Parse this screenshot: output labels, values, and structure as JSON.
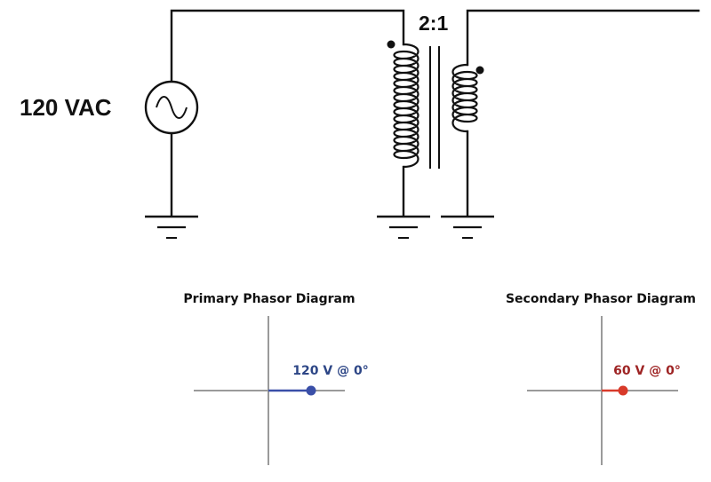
{
  "circuit": {
    "source_label": "120 VAC",
    "turns_ratio": "2:1"
  },
  "primary_phasor": {
    "title": "Primary Phasor Diagram",
    "label": "120 V @ 0°",
    "magnitude": 120,
    "angle_deg": 0,
    "color": "#3a4fa8"
  },
  "secondary_phasor": {
    "title": "Secondary Phasor Diagram",
    "label": "60 V @ 0°",
    "magnitude": 60,
    "angle_deg": 0,
    "color": "#d83a2a"
  },
  "label_colors": {
    "primary": "#2d4686",
    "secondary": "#9e2424"
  }
}
